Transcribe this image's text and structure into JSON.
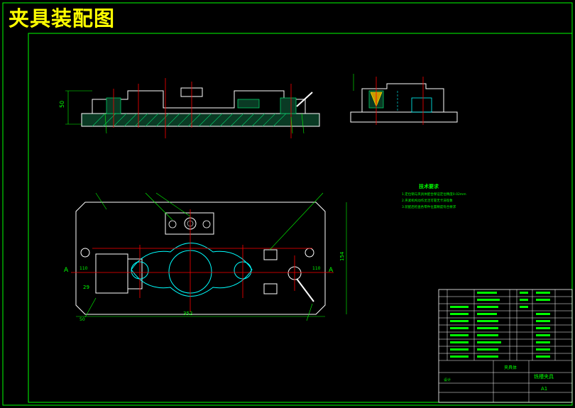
{
  "page_title": "夹具装配图",
  "drawing": {
    "front_dim_height": "50",
    "plan_dim_width": "352",
    "plan_dim_height": "154",
    "plan_dim_left_offset": "29",
    "plan_dim_left_small": "110",
    "plan_dim_right_small": "110",
    "plan_dim_bottom_left": "50"
  },
  "tech_requirements": {
    "heading": "技术要求",
    "items": [
      "1.定位销与夹具体配合保证定位精度0.02mm",
      "2.夹紧机构动作灵活可靠无卡滞现象",
      "3.装配后检查各零件位置精度符合要求"
    ]
  },
  "title_block": {
    "drawing_name": "铣槽夹具",
    "scale": "A1",
    "designer_label": "设计",
    "company": "夹具体"
  },
  "colors": {
    "background": "#000000",
    "border": "#00ff00",
    "outline": "#ffffff",
    "centerline": "#ff0000",
    "dimension": "#00ff00",
    "hidden": "#00ffff",
    "section": "#00cc66",
    "title_text": "#ffff00"
  }
}
